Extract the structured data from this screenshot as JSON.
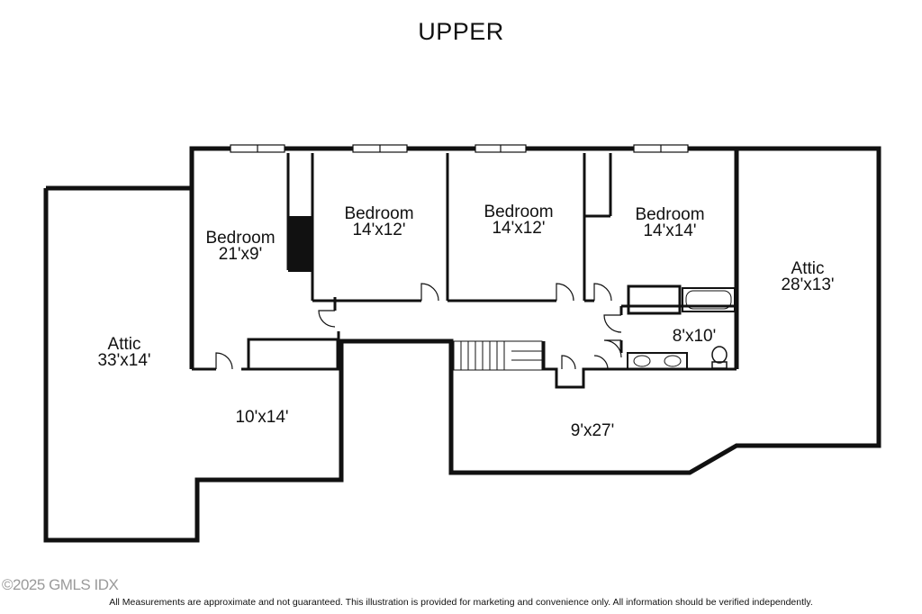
{
  "title": "UPPER",
  "rooms": [
    {
      "name": "Attic",
      "dim": "33'x14'"
    },
    {
      "name": "Bedroom",
      "dim": "21'x9'"
    },
    {
      "name": "Bedroom",
      "dim": "14'x12'"
    },
    {
      "name": "Bedroom",
      "dim": "14'x12'"
    },
    {
      "name": "Bedroom",
      "dim": "14'x14'"
    },
    {
      "name": "Attic",
      "dim": "28'x13'"
    },
    {
      "name": "",
      "dim": "8'x10'"
    },
    {
      "name": "",
      "dim": "10'x14'"
    },
    {
      "name": "",
      "dim": "9'x27'"
    }
  ],
  "copyright": "©2025 GMLS IDX",
  "disclaimer": "All Measurements are approximate and not guaranteed.  This illustration is provided for marketing and convenience only.  All information should be verified independently."
}
